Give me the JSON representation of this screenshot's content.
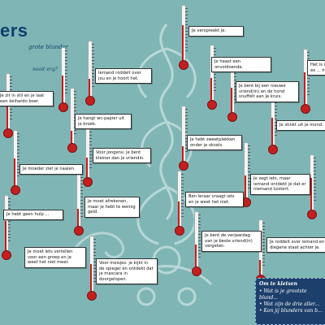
{
  "poster": {
    "title": "ers",
    "subtitle": "grote blunder",
    "scale_label": "nooit erg?"
  },
  "cards": [
    {
      "id": "c1",
      "text": "Je verspreekt je."
    },
    {
      "id": "c2",
      "text": "Je haast een onvoldoende."
    },
    {
      "id": "c3",
      "text": "Het is n je ex ... hebt."
    },
    {
      "id": "c4",
      "text": "Iemand roddelt over jou en je hoort het."
    },
    {
      "id": "c5",
      "text": "Je bent bij een nieuwe vriend(in) en de hond snuffelt aan je kruis."
    },
    {
      "id": "c6",
      "text": "Je zit in stil en je laat een keihardo boer."
    },
    {
      "id": "c7",
      "text": "Je hangt wc-papier uit je broek."
    },
    {
      "id": "c8",
      "text": "Je stinkt uit je mond."
    },
    {
      "id": "c9",
      "text": "Je hebt zweetplekken onder je oksels."
    },
    {
      "id": "c10",
      "text": "Voor jongens: je bent kleiner dan je vriendin."
    },
    {
      "id": "c11",
      "text": "Je moeder ziet je naaien."
    },
    {
      "id": "c12",
      "text": "Je zegt iets, maar iemand ontdekt je dat er niemand luistert."
    },
    {
      "id": "c13",
      "text": "Ben leraar vraagt iets en je weet het niet."
    },
    {
      "id": "c14",
      "text": "Je moet afrekenen, maar je hebt te weinig geld."
    },
    {
      "id": "c15",
      "text": "Je hebt geen hulp ..."
    },
    {
      "id": "c16",
      "text": "Je bent de verjaardag van je beste vriend(in) vergeten."
    },
    {
      "id": "c17",
      "text": "Je roddelt over iemand en diegene staat achter je."
    },
    {
      "id": "c18",
      "text": "Je moet iets vertellen voor een groep en je weet het niet meer."
    },
    {
      "id": "c19",
      "text": "Voor meisjes: je kijkt in de spiegel en ontdekt dat je mascara in doorgelopen."
    }
  ],
  "info_box": {
    "heading": "Om te kletsen",
    "lines": [
      "• Wat is je grootste blund...",
      "• Wat zijn de drie aller...",
      "• Kon jij blunders van b..."
    ]
  },
  "thermometers": [
    {
      "id": "t1",
      "level": 0.6
    },
    {
      "id": "t2",
      "level": 0.75
    },
    {
      "id": "t3",
      "level": 0.5
    },
    {
      "id": "t4",
      "level": 0.7
    },
    {
      "id": "t5",
      "level": 0.4
    },
    {
      "id": "t6",
      "level": 0.55
    },
    {
      "id": "t7",
      "level": 0.65
    },
    {
      "id": "t8",
      "level": 0.3
    },
    {
      "id": "t9",
      "level": 0.6
    },
    {
      "id": "t10",
      "level": 0.35
    },
    {
      "id": "t11",
      "level": 0.45
    },
    {
      "id": "t12",
      "level": 0.6
    },
    {
      "id": "t13",
      "level": 0.5
    },
    {
      "id": "t14",
      "level": 0.7
    },
    {
      "id": "t15",
      "level": 0.4
    },
    {
      "id": "t16",
      "level": 0.55
    },
    {
      "id": "t17",
      "level": 0.65
    },
    {
      "id": "t18",
      "level": 0.5
    },
    {
      "id": "t19",
      "level": 0.35
    },
    {
      "id": "t20",
      "level": 0.6
    }
  ],
  "colors": {
    "background": "#7fb6b5",
    "mercury": "#c41f1f",
    "title": "#0f3f6e",
    "info_box": "#1d3f6b"
  }
}
